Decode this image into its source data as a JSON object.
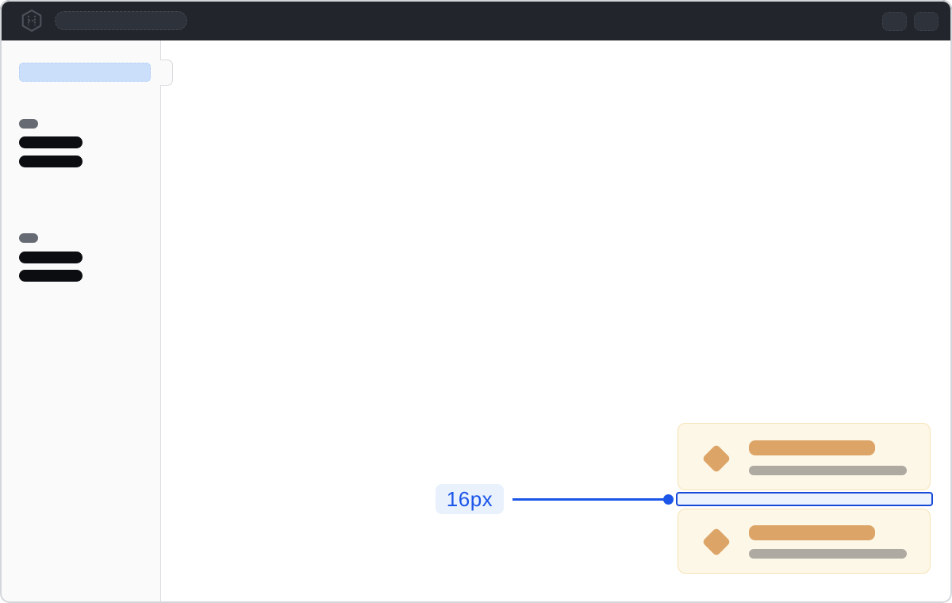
{
  "window": {
    "frame_color": "#d3d6db",
    "background": "#ffffff"
  },
  "header": {
    "background": "#22252b",
    "logo_icon": "hashicorp-logo",
    "search_pill": {
      "placeholder": "",
      "value": "",
      "background": "#2e323a"
    },
    "action_chip_count": 2
  },
  "sidebar": {
    "background": "#fafafa",
    "active_item_color": "#cbdffb",
    "groups": [
      {
        "label_placeholder": "",
        "item_count": 2
      },
      {
        "label_placeholder": "",
        "item_count": 2
      }
    ],
    "skeleton_bar_color": "#0b0d11",
    "section_label_color": "#666a72"
  },
  "main": {
    "cards": [
      {
        "icon": "diamond-alert-icon",
        "title_bar_color": "#dca567",
        "text_bar_color": "#aeaaa2",
        "background": "#fdf7e7",
        "border_color": "#f6e3b6"
      },
      {
        "icon": "diamond-alert-icon",
        "title_bar_color": "#dca567",
        "text_bar_color": "#aeaaa2",
        "background": "#fdf7e7",
        "border_color": "#f6e3b6"
      }
    ],
    "spacing_annotation": {
      "label": "16px",
      "accent_color": "#1c56e9",
      "highlight_fill": "#ecf3fd",
      "highlight_border": "#1549d6",
      "label_background": "#e9f1fd"
    }
  }
}
